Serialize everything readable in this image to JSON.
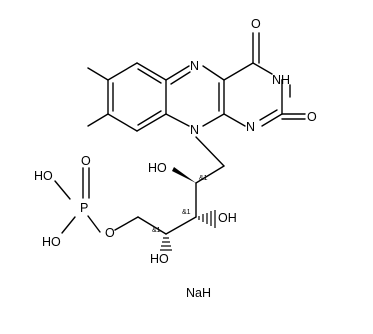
{
  "molecule": {
    "atoms": {
      "n5": "N",
      "o4": "O",
      "nh3": "NH",
      "o2": "O",
      "n1": "N",
      "n10": "N",
      "oh_c2": "HO",
      "oh_c3": "OH",
      "oh_c4": "HO",
      "o_ester": "O",
      "p": "P",
      "o_p_double": "O",
      "oh_p_top": "HO",
      "oh_p_bottom": "HO"
    },
    "stereo_labels": {
      "c2": "&1",
      "c3": "&1",
      "c4": "&1"
    },
    "counterion": "NaH"
  }
}
